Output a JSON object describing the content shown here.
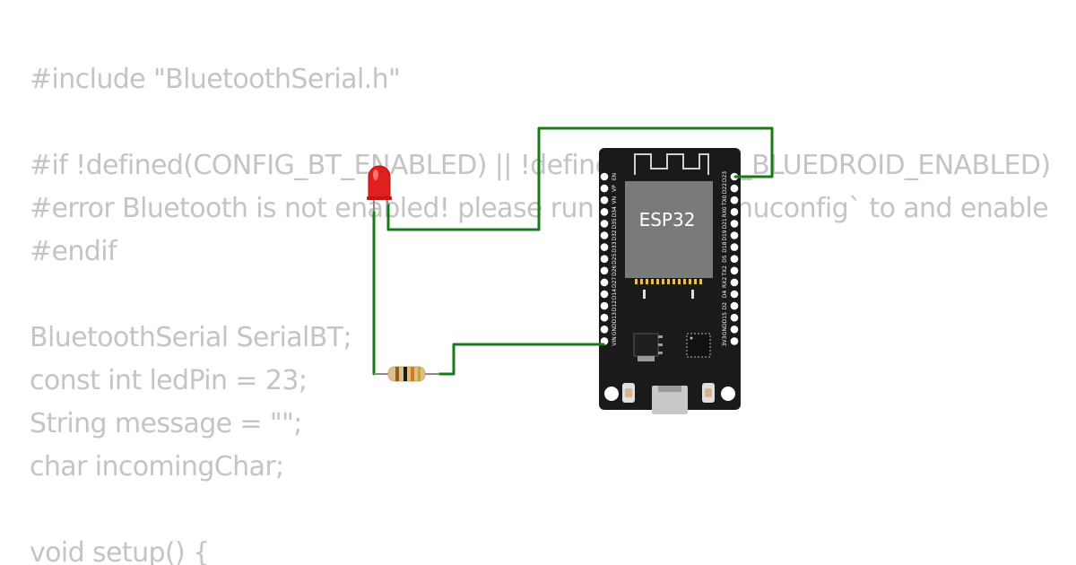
{
  "code": {
    "lines": [
      "#include \"BluetoothSerial.h\"",
      "",
      "#if !defined(CONFIG_BT_ENABLED) || !defined(CONFIG_BLUEDROID_ENABLED)",
      "#error Bluetooth is not enabled! please run `make menuconfig` to and enable it",
      "#endif",
      "",
      "BluetoothSerial SerialBT;",
      "const int ledPin = 23;",
      "String message = \"\";",
      "char incomingChar;",
      "",
      "void setup() {"
    ]
  },
  "board": {
    "chip_label": "ESP32",
    "left_pins": [
      "EN",
      "VP",
      "VN",
      "D34",
      "D35",
      "D32",
      "D33",
      "D25",
      "D26",
      "D27",
      "D14",
      "D12",
      "D13",
      "GND",
      "VIN"
    ],
    "right_pins": [
      "D23",
      "D22",
      "TX0",
      "RX0",
      "D21",
      "D19",
      "D18",
      "D5",
      "TX2",
      "RX2",
      "D4",
      "D2",
      "D15",
      "GND",
      "3V3"
    ]
  },
  "colors": {
    "wire": "#1a7a1a",
    "board": "#1a1a1a",
    "chip": "#7a7a7a",
    "led": "#e01f1f",
    "code_text": "#c4c4c4"
  },
  "components": {
    "led_icon": "led-icon",
    "resistor_icon": "resistor-icon",
    "usb_icon": "micro-usb-icon"
  }
}
